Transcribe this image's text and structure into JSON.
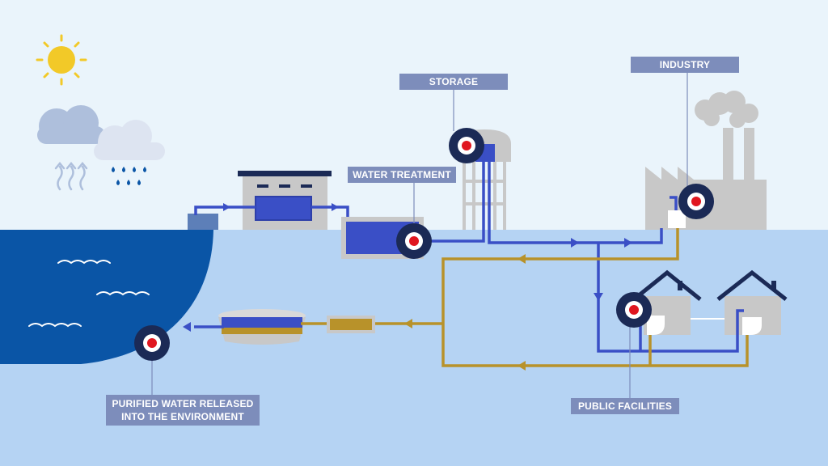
{
  "labels": {
    "storage": "STORAGE",
    "industry": "INDUSTRY",
    "water_treatment": "WATER TREATMENT",
    "public_facilities": "PUBLIC FACILITIES",
    "purified_line1": "PURIFIED WATER RELEASED",
    "purified_line2": "INTO THE ENVIRONMENT"
  },
  "colors": {
    "sky": "#eaf4fb",
    "ground": "#b5d3f3",
    "lake": "#0a55a6",
    "clean_pipe": "#3a4fc6",
    "waste_pipe": "#b8922a",
    "label_bg": "#7d8dbb",
    "marker_ring": "#1b2a56",
    "marker_dot": "#e0161f",
    "building_gray": "#c8c8c8",
    "sun": "#f2c928"
  },
  "icons": [
    "sun-icon",
    "cloud-icon",
    "rain-icon",
    "evaporation-icon",
    "house-icon",
    "factory-icon",
    "water-tower-icon",
    "faucet-icon",
    "location-marker-icon"
  ]
}
